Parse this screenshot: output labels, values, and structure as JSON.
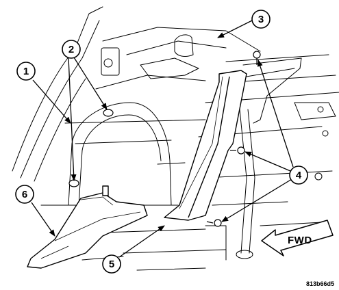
{
  "callouts": [
    {
      "number": "1",
      "name": "callout-1"
    },
    {
      "number": "2",
      "name": "callout-2"
    },
    {
      "number": "3",
      "name": "callout-3"
    },
    {
      "number": "4",
      "name": "callout-4"
    },
    {
      "number": "5",
      "name": "callout-5"
    },
    {
      "number": "6",
      "name": "callout-6"
    }
  ],
  "direction_label": "FWD",
  "figure_id": "813b66d5"
}
